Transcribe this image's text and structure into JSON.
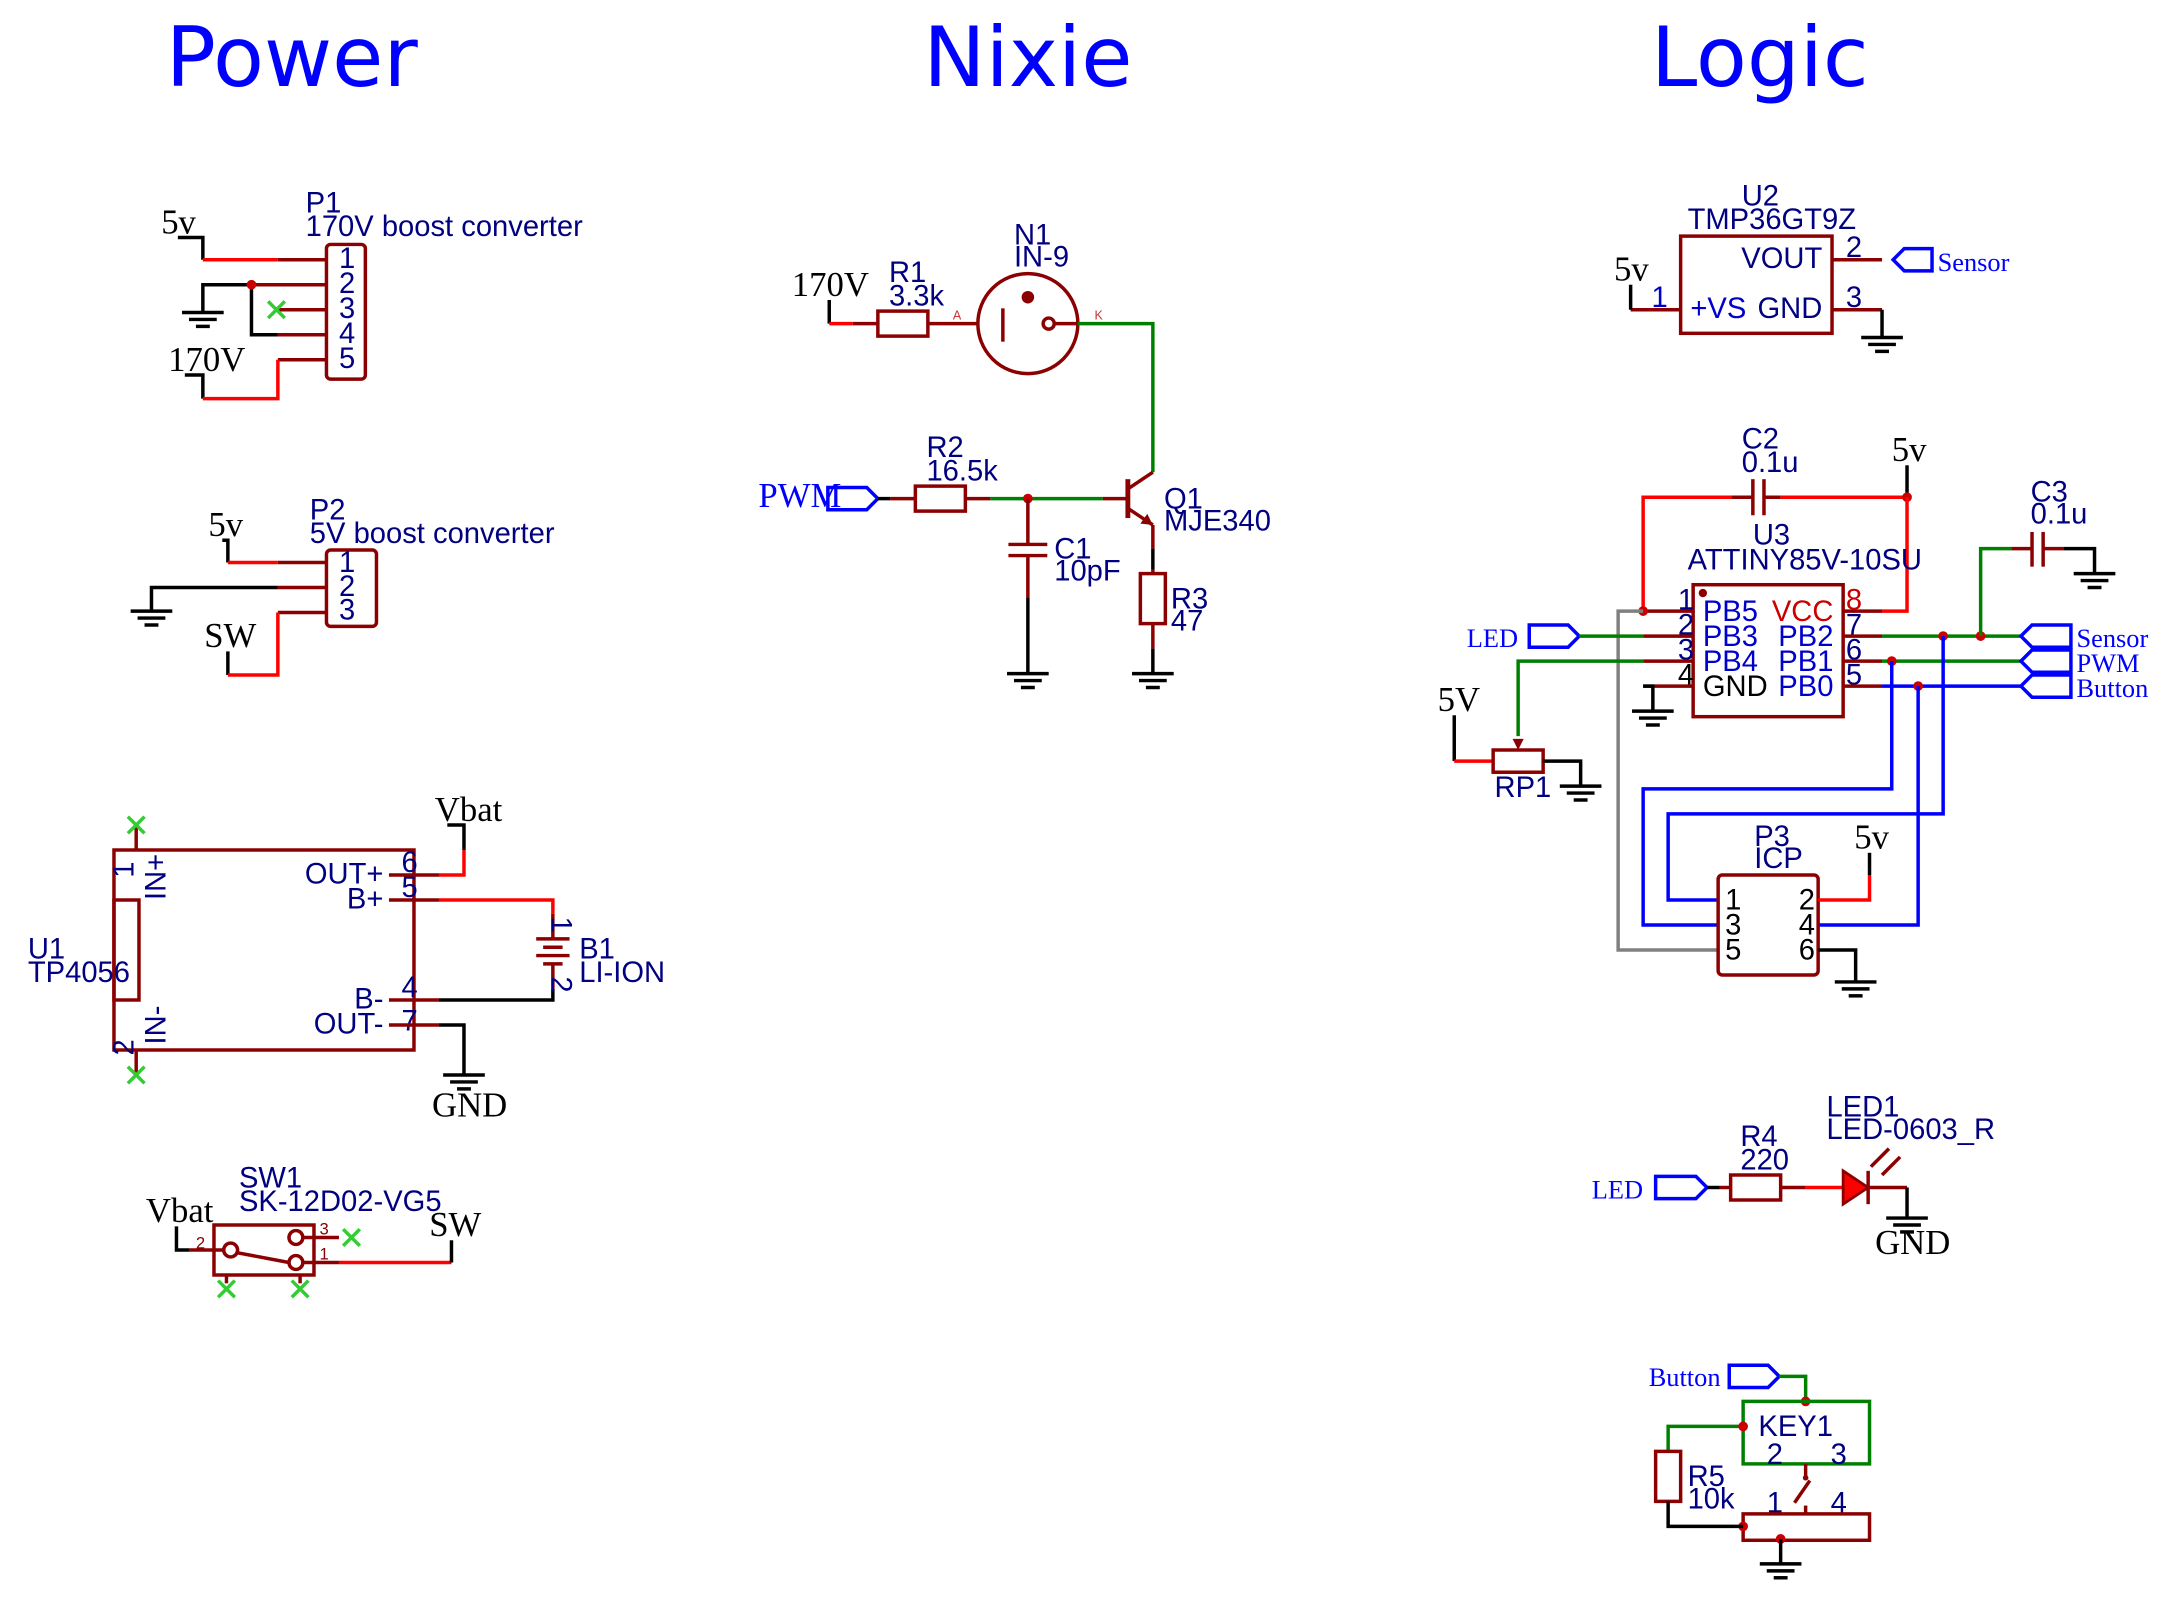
{
  "titles": {
    "power": "Power",
    "nixie": "Nixie",
    "logic": "Logic"
  },
  "p1": {
    "ref": "P1",
    "value": "170V boost converter",
    "pins": [
      "1",
      "2",
      "3",
      "4",
      "5"
    ],
    "net_5v": "5v",
    "net_170v": "170V"
  },
  "p2": {
    "ref": "P2",
    "value": "5V boost converter",
    "pins": [
      "1",
      "2",
      "3"
    ],
    "net_5v": "5v",
    "net_sw": "SW"
  },
  "u1": {
    "ref": "U1",
    "value": "TP4056",
    "pin_in_plus": "IN+",
    "pin_in_minus": "IN-",
    "pin_out_plus": "OUT+",
    "pin_b_plus": "B+",
    "pin_b_minus": "B-",
    "pin_out_minus": "OUT-",
    "n1": "1",
    "n2": "2",
    "n6": "6",
    "n5": "5",
    "n4": "4",
    "n7": "7",
    "net_vbat": "Vbat",
    "net_gnd": "GND"
  },
  "b1": {
    "ref": "B1",
    "value": "LI-ION",
    "n1": "1",
    "n2": "2"
  },
  "sw1": {
    "ref": "SW1",
    "value": "SK-12D02-VG5",
    "n1": "1",
    "n2": "2",
    "n3": "3",
    "net_vbat": "Vbat",
    "net_sw": "SW"
  },
  "nixie": {
    "net_170v": "170V",
    "r1_ref": "R1",
    "r1_val": "3.3k",
    "n1_ref": "N1",
    "n1_val": "IN-9",
    "pin_a": "A",
    "pin_k": "K",
    "port_pwm": "PWM",
    "r2_ref": "R2",
    "r2_val": "16.5k",
    "q1_ref": "Q1",
    "q1_val": "MJE340",
    "c1_ref": "C1",
    "c1_val": "10pF",
    "r3_ref": "R3",
    "r3_val": "47"
  },
  "u2": {
    "ref": "U2",
    "value": "TMP36GT9Z",
    "pin_vout": "VOUT",
    "pin_vs": "+VS",
    "pin_gnd": "GND",
    "n1": "1",
    "n2": "2",
    "n3": "3",
    "net_5v": "5v",
    "port_sensor": "Sensor"
  },
  "u3": {
    "ref": "U3",
    "value": "ATTINY85V-10SU",
    "c2_ref": "C2",
    "c2_val": "0.1u",
    "c3_ref": "C3",
    "c3_val": "0.1u",
    "net_5v": "5v",
    "left_pins": [
      {
        "num": "1",
        "name": "PB5"
      },
      {
        "num": "2",
        "name": "PB3"
      },
      {
        "num": "3",
        "name": "PB4"
      },
      {
        "num": "4",
        "name": "GND"
      }
    ],
    "right_pins": [
      {
        "num": "8",
        "name": "VCC"
      },
      {
        "num": "7",
        "name": "PB2"
      },
      {
        "num": "6",
        "name": "PB1"
      },
      {
        "num": "5",
        "name": "PB0"
      }
    ],
    "port_led": "LED",
    "port_sensor": "Sensor",
    "port_pwm": "PWM",
    "port_button": "Button",
    "net_5V": "5V",
    "rp1_ref": "RP1"
  },
  "p3": {
    "ref": "P3",
    "value": "ICP",
    "pins_left": [
      "1",
      "3",
      "5"
    ],
    "pins_right": [
      "2",
      "4",
      "6"
    ],
    "net_5v": "5v"
  },
  "led": {
    "port_led": "LED",
    "r4_ref": "R4",
    "r4_val": "220",
    "led_ref": "LED1",
    "led_val": "LED-0603_R",
    "net_gnd": "GND"
  },
  "key": {
    "port_button": "Button",
    "ref": "KEY1",
    "n1": "1",
    "n2": "2",
    "n3": "3",
    "n4": "4",
    "r5_ref": "R5",
    "r5_val": "10k"
  }
}
